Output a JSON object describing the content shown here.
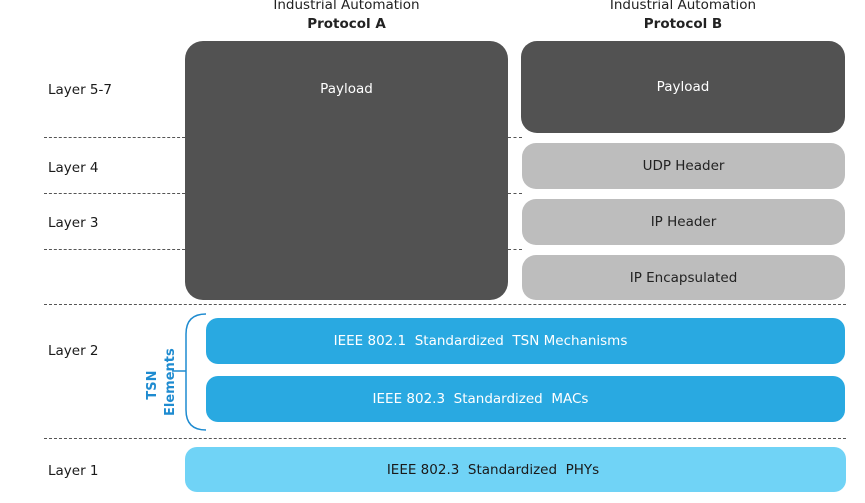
{
  "columns": [
    {
      "heading": "Industrial Automation",
      "subheading": "Protocol A"
    },
    {
      "heading": "Industrial Automation",
      "subheading": "Protocol B"
    }
  ],
  "layers": {
    "l57": "Layer 5-7",
    "l4": "Layer 4",
    "l3": "Layer 3",
    "l2": "Layer 2",
    "l1": "Layer 1"
  },
  "protocol_a": {
    "payload": "Payload"
  },
  "protocol_b": {
    "payload": "Payload",
    "udp": "UDP Header",
    "ip": "IP Header",
    "ip_encapsulated": "IP Encapsulated"
  },
  "tsn": {
    "label": "TSN Elements",
    "mechanisms": "IEEE 802.1  Standardized  TSN Mechanisms",
    "macs": "IEEE 802.3  Standardized  MACs"
  },
  "phy": "IEEE 802.3  Standardized  PHYs",
  "colors": {
    "payload": "#525252",
    "headers": "#bdbdbd",
    "tsn_blocks": "#29a9e1",
    "phy_block": "#70d3f6",
    "tsn_label": "#1e8bd0"
  }
}
